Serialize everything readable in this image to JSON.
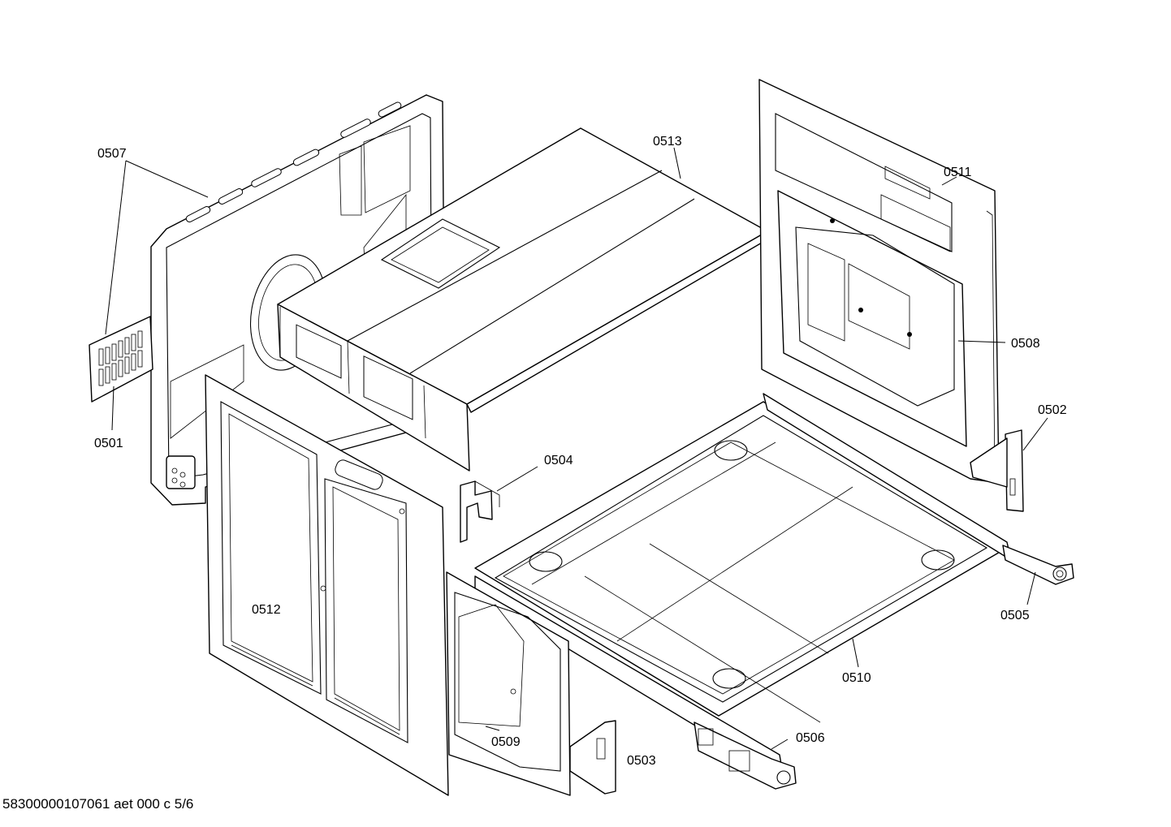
{
  "footer": "58300000107061 aet 000 c 5/6",
  "labels": {
    "p0501": "0501",
    "p0502": "0502",
    "p0503": "0503",
    "p0504": "0504",
    "p0505": "0505",
    "p0506": "0506",
    "p0507": "0507",
    "p0508": "0508",
    "p0509": "0509",
    "p0510": "0510",
    "p0511": "0511",
    "p0512": "0512",
    "p0513": "0513"
  }
}
